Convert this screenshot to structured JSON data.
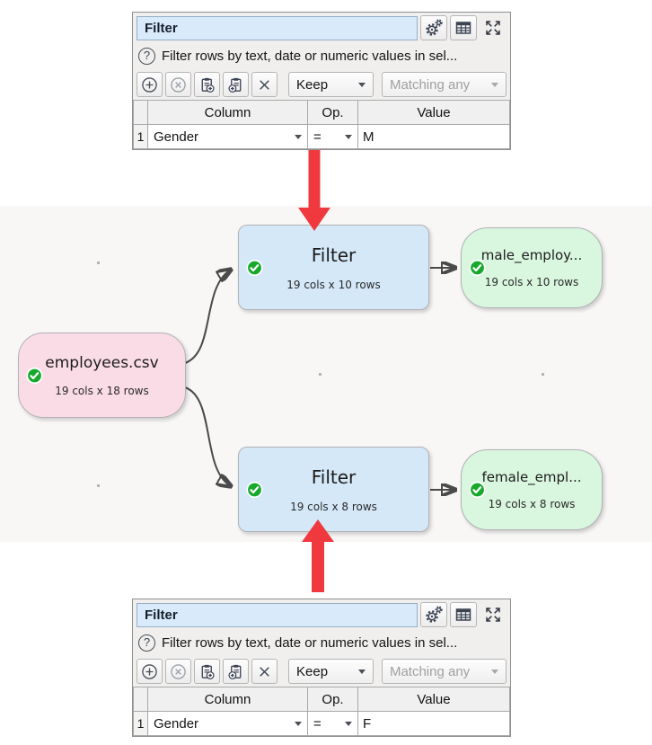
{
  "colors": {
    "accent_red": "#f0393f",
    "success_green": "#17a92c",
    "source_node_bg": "#fadce6",
    "transform_node_bg": "#d5e8f8",
    "output_node_bg": "#d9f6df",
    "title_field_bg": "#d9eafa"
  },
  "panels": {
    "top": {
      "title": "Filter",
      "help_text": "Filter rows by text, date or numeric values in sel...",
      "toolbar": {
        "keep_value": "Keep",
        "matching_value": "Matching any"
      },
      "table": {
        "headers": {
          "column": "Column",
          "op": "Op.",
          "value": "Value"
        },
        "rows": [
          {
            "num": "1",
            "column": "Gender",
            "op": "=",
            "value": "M"
          }
        ]
      }
    },
    "bottom": {
      "title": "Filter",
      "help_text": "Filter rows by text, date or numeric values in sel...",
      "toolbar": {
        "keep_value": "Keep",
        "matching_value": "Matching any"
      },
      "table": {
        "headers": {
          "column": "Column",
          "op": "Op.",
          "value": "Value"
        },
        "rows": [
          {
            "num": "1",
            "column": "Gender",
            "op": "=",
            "value": "F"
          }
        ]
      }
    }
  },
  "diagram": {
    "nodes": [
      {
        "title": "employees.csv",
        "subtitle": "19 cols x 18 rows"
      },
      {
        "title": "Filter",
        "subtitle": "19 cols x 10 rows"
      },
      {
        "title": "male_employ...",
        "subtitle": "19 cols x 10 rows"
      },
      {
        "title": "Filter",
        "subtitle": "19 cols x 8 rows"
      },
      {
        "title": "female_empl...",
        "subtitle": "19 cols x 8 rows"
      }
    ]
  }
}
